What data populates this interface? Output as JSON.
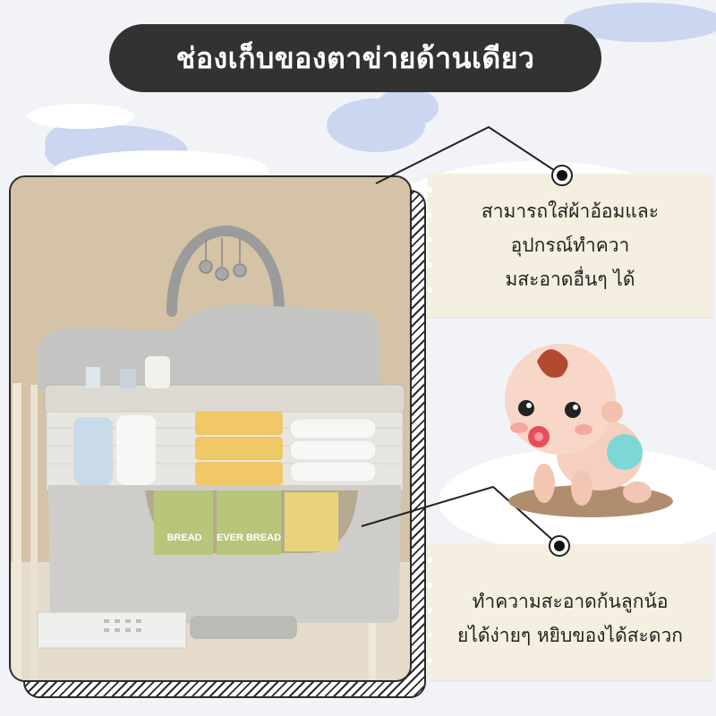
{
  "title": "ช่องเก็บของตาข่ายด้านเดียว",
  "callouts": [
    {
      "lines": [
        "สามารถใส่ผ้าอ้อมและ",
        "อุปกรณ์ทำควา",
        "มสะอาดอื่นๆ ได้"
      ]
    },
    {
      "lines": [
        "ทำความสะอาดก้นลูกน้อ",
        "ยได้ง่ายๆ หยิบของได้สะดวก"
      ]
    }
  ],
  "product_labels": {
    "bread_brand": "EVER BREAD",
    "bread_brand_short": "BREAD"
  },
  "colors": {
    "title_bg": "#323232",
    "title_text": "#ffffff",
    "note_bg": "#f4efe0",
    "line": "#222222"
  }
}
